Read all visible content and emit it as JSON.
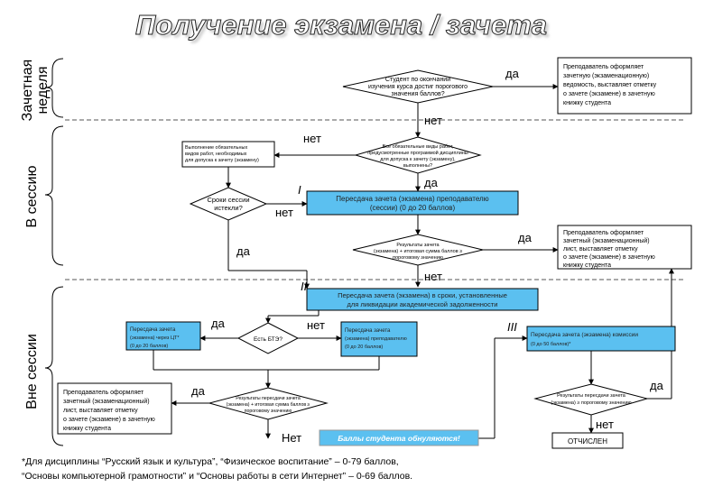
{
  "title": "Получение экзамена / зачета",
  "sections": {
    "week": [
      "Зачетная",
      "неделя"
    ],
    "session": "В сессию",
    "outside": "Вне сессии"
  },
  "labels": {
    "yes": "да",
    "no": "нет",
    "no_cap": "Нет",
    "roman1": "I",
    "roman2": "II",
    "roman3": "III"
  },
  "nodes": {
    "q_course_done": [
      "Студент по окончании",
      "изучения курса достиг порогового",
      "значения баллов?"
    ],
    "teacher_record_1": [
      "Преподаватель оформляет",
      "зачетную (экзаменационную)",
      "ведомость, выставляет отметку",
      "о зачете (экзамене) в зачетную",
      "книжку студента"
    ],
    "q_all_works": [
      "Все обязательные виды работ,",
      "предусмотренные программой дисциплины",
      "для допуска к зачету (экзамену),",
      "выполнены?"
    ],
    "do_required_works": [
      "Выполнение обязательных",
      "видов работ, необходимых",
      "для допуска к зачету (экзамену)"
    ],
    "q_deadline": [
      "Сроки сессии",
      "истекли?"
    ],
    "retake_teacher": [
      "Пересдача зачета (экзамена) преподавателю",
      "(сессии) (0 до 20 баллов)"
    ],
    "q_retake_result": [
      "Результаты зачета",
      "(экзамена) + итоговая сумма баллов ≥",
      "пороговому значению"
    ],
    "teacher_record_2": [
      "Преподаватель оформляет",
      "зачетный (экзаменационный)",
      "лист, выставляет отметку",
      "о зачете (экзамене) в зачетную",
      "книжку студента"
    ],
    "retake_deadline": [
      "Пересдача зачета (экзамена) в сроки, установленные",
      "для ликвидации академической задолженности"
    ],
    "retake_cit": [
      "Пересдача зачета",
      "(экзамена) через ЦТ*",
      "(0 до 20 баллов)"
    ],
    "q_bti": [
      "Есть БТЭ?"
    ],
    "retake_teacher_2": [
      "Пересдача зачета",
      "(экзамена) преподавателю",
      "(0 до 20 баллов)"
    ],
    "retake_commission": [
      "Пересдача зачета (экзамена) комиссии",
      "(0 до 50 баллов)*"
    ],
    "teacher_record_3": [
      "Преподаватель оформляет",
      "зачетный (экзаменационный)",
      "лист, выставляет отметку",
      "о зачете (экзамене) в зачетную",
      "книжку студента"
    ],
    "q_retake_result_2": [
      "Результаты пересдачи зачета",
      "(экзамена) + итоговая сумма баллов ≥",
      "пороговому значению"
    ],
    "q_retake_result_3": [
      "Результаты пересдачи зачета",
      "(экзамена) ≥ пороговому значению"
    ],
    "reset_points": "Баллы студента обнуляются!",
    "expelled": "ОТЧИСЛЕН"
  },
  "footnote": [
    "*Для дисциплины “Русский язык и культура”, “Физическое воспитание” – 0-79 баллов,",
    "“Основы компьютерной грамотности” и “Основы работы в сети Интернет” – 0-69 баллов."
  ],
  "colors": {
    "highlight": "#5bc0f0",
    "line": "#000000",
    "dashed": "#555555"
  }
}
